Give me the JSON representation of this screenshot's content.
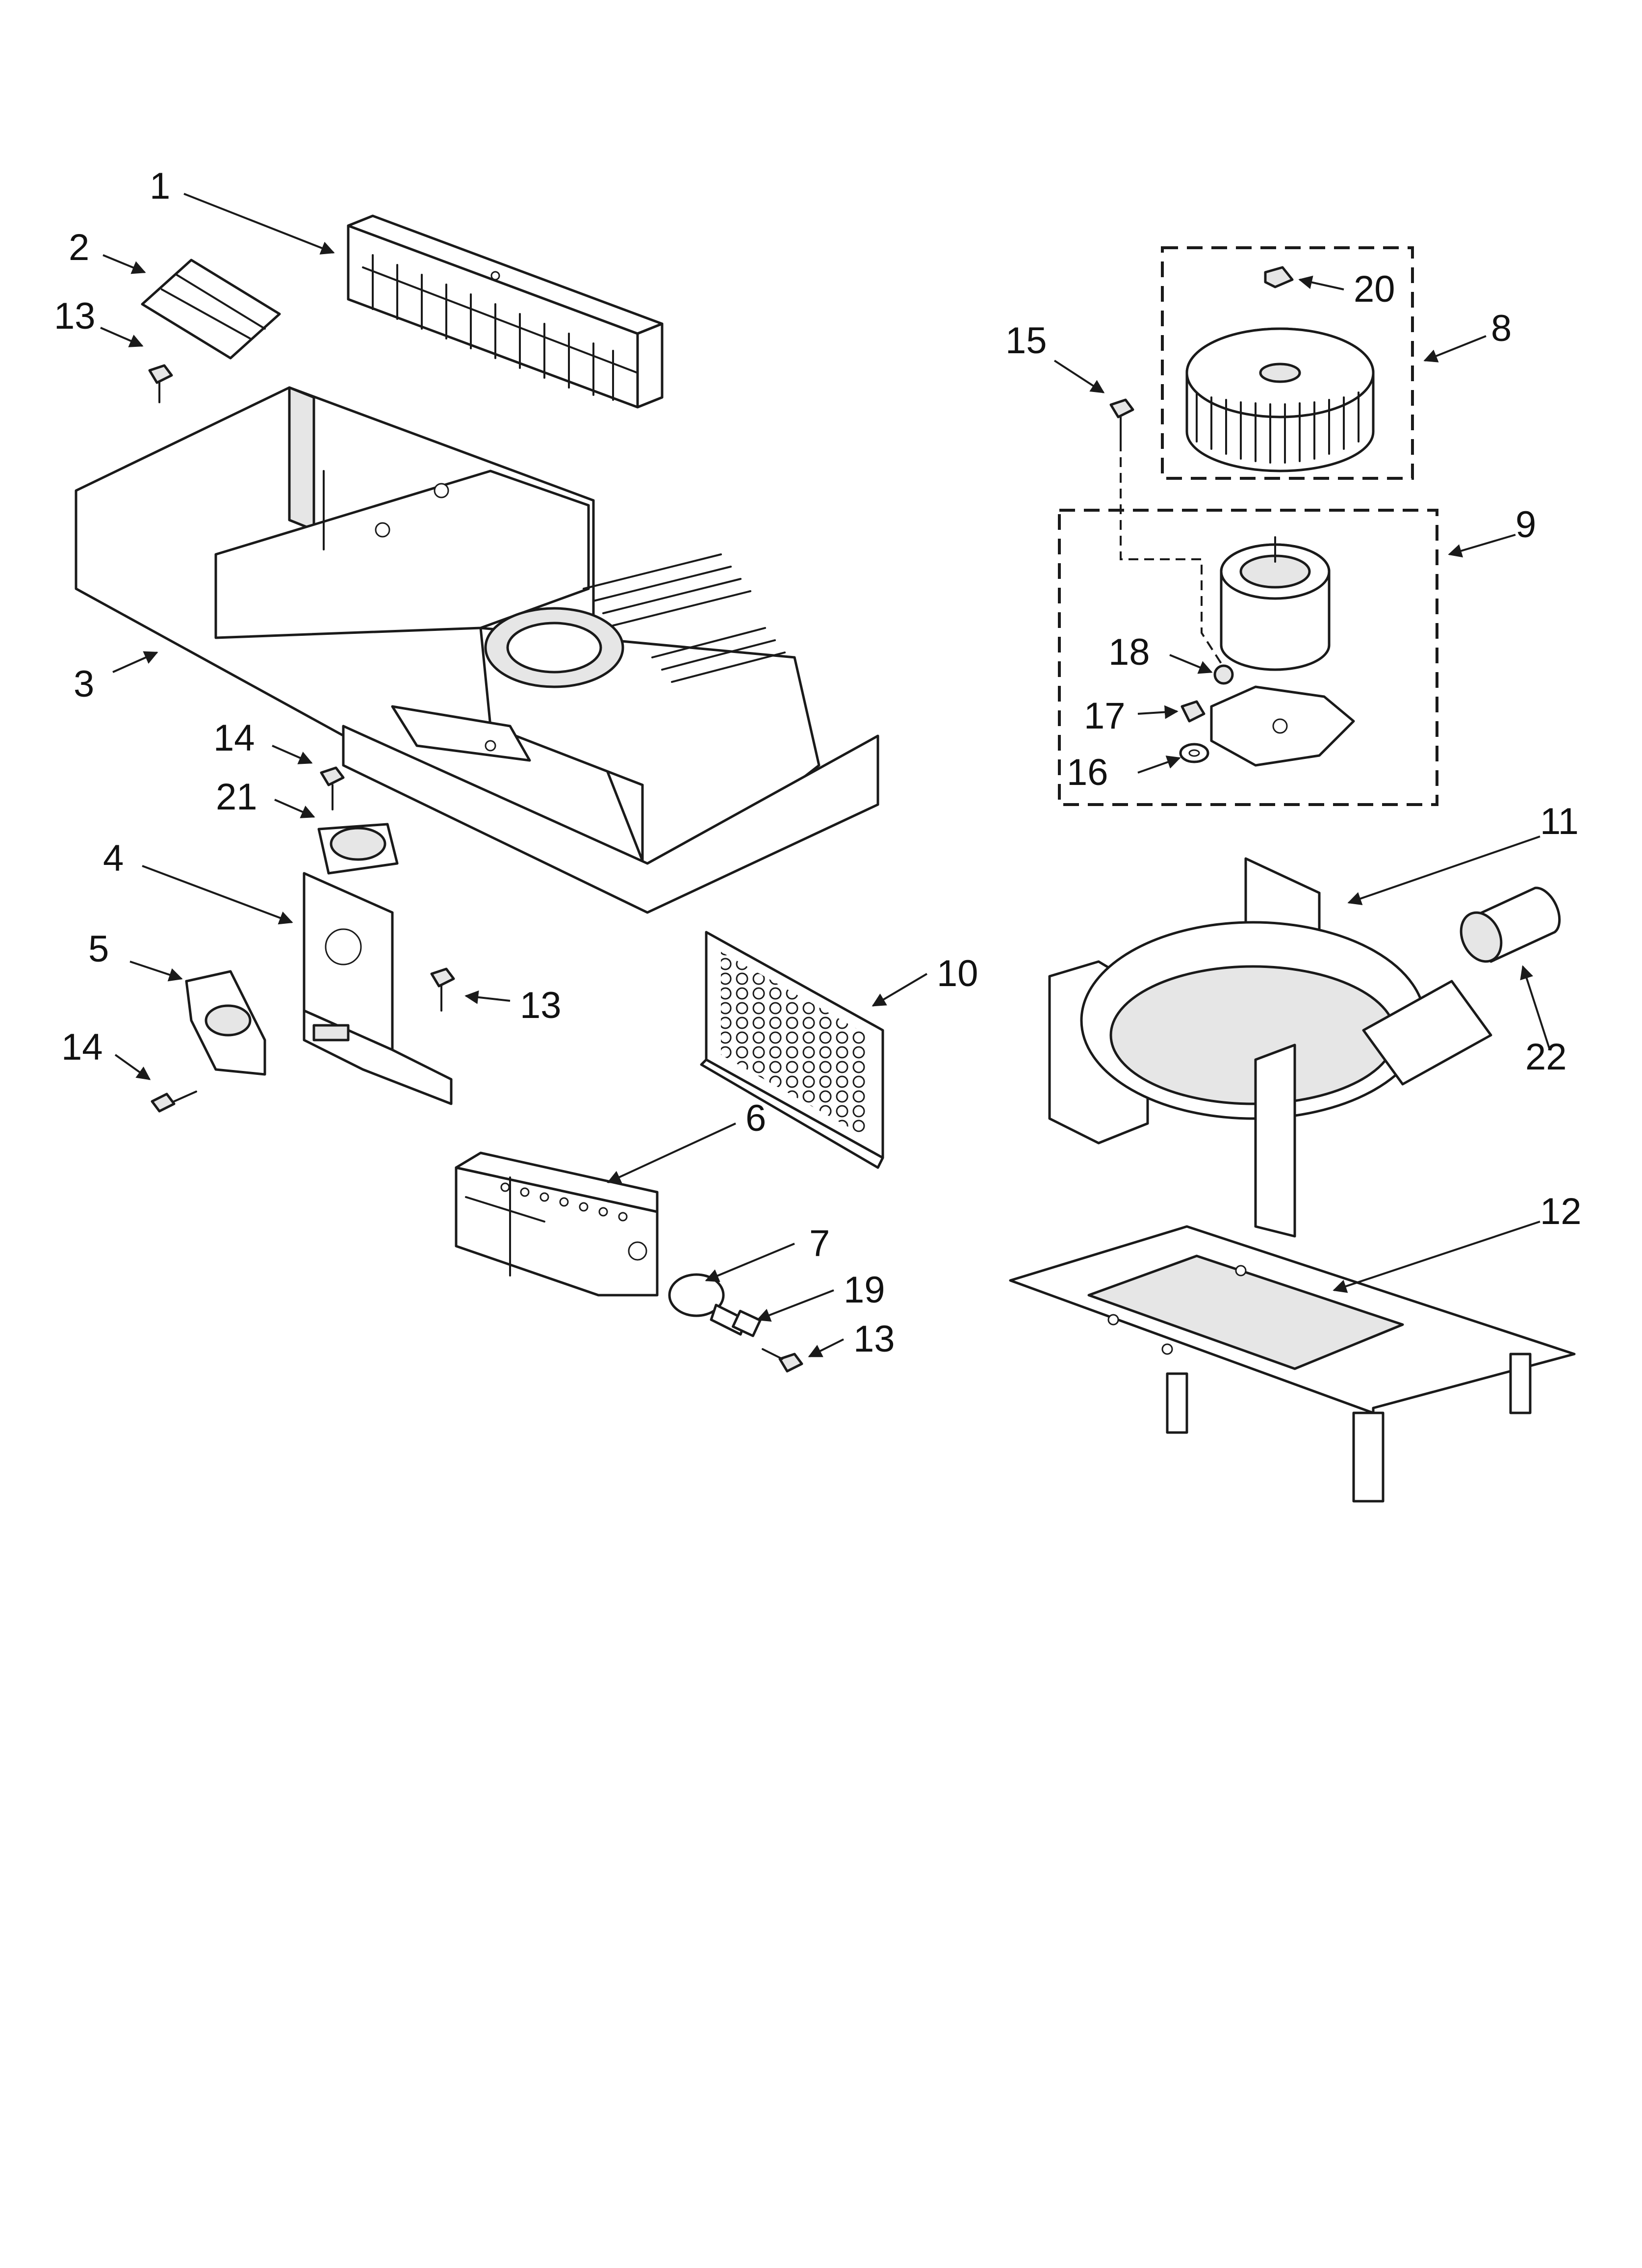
{
  "callouts": {
    "c1": "1",
    "c2": "2",
    "c3": "3",
    "c4": "4",
    "c5": "5",
    "c6": "6",
    "c7": "7",
    "c8": "8",
    "c9": "9",
    "c10": "10",
    "c11": "11",
    "c12": "12",
    "c13a": "13",
    "c13b": "13",
    "c13c": "13",
    "c14a": "14",
    "c14b": "14",
    "c15": "15",
    "c16": "16",
    "c17": "17",
    "c18": "18",
    "c19": "19",
    "c20": "20",
    "c21": "21",
    "c22": "22"
  }
}
